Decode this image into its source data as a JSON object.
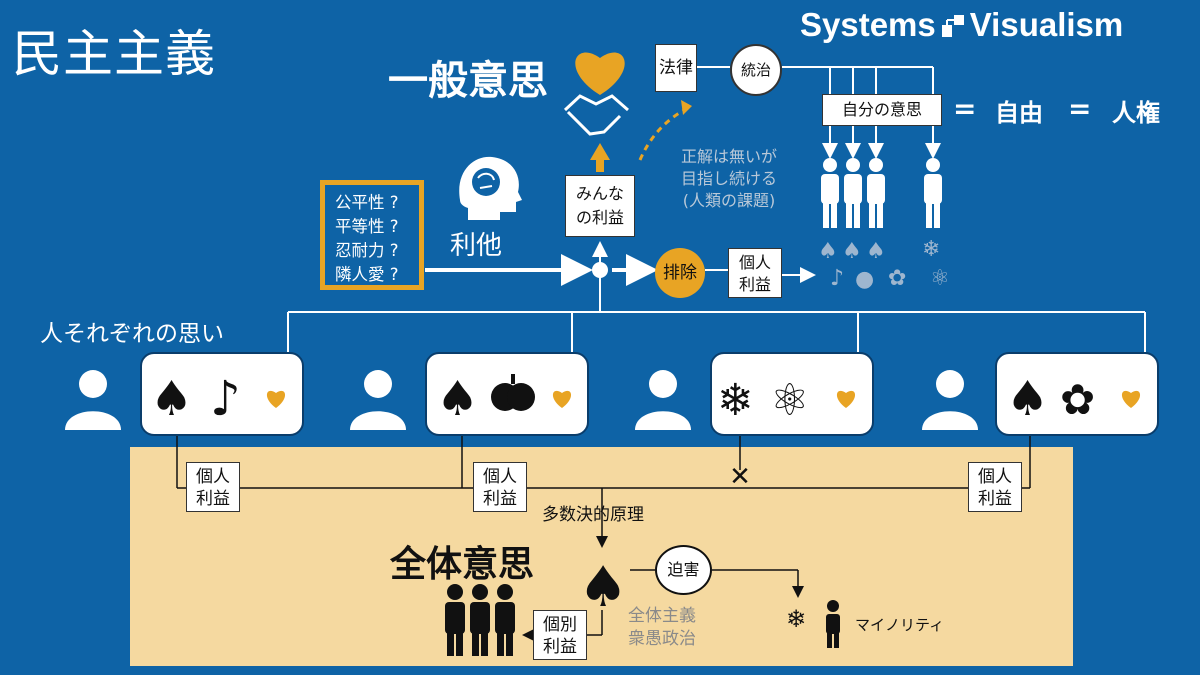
{
  "title": "民主主義",
  "brand": {
    "left": "Systems",
    "right": "Visualism"
  },
  "general_will": {
    "label": "一般意思",
    "law": "法律",
    "governance": "統治",
    "own_will": "自分の意思",
    "freedom": "自由",
    "rights": "人権",
    "equals": "="
  },
  "note": {
    "line1": "正解は無いが",
    "line2": "目指し続ける",
    "line3": "(人類の課題)"
  },
  "altruism": "利他",
  "common_interest": {
    "line1": "みんな",
    "line2": "の利益"
  },
  "questions": [
    "公平性 ?",
    "平等性 ?",
    "忍耐力 ?",
    "隣人愛 ?"
  ],
  "exclusion": "排除",
  "individual_interest": {
    "line1": "個人",
    "line2": "利益"
  },
  "individual_thoughts": "人それぞれの思い",
  "majority_rule": "多数決的原理",
  "will_of_all": "全体意思",
  "persecution": "迫害",
  "separate_interest": {
    "line1": "個別",
    "line2": "利益"
  },
  "totalitarian": {
    "line1": "全体主義",
    "line2": "衆愚政治"
  },
  "minority": "マイノリティ",
  "colors": {
    "background": "#0e63a6",
    "gold": "#e8a424",
    "beige": "#f5d9a0"
  }
}
